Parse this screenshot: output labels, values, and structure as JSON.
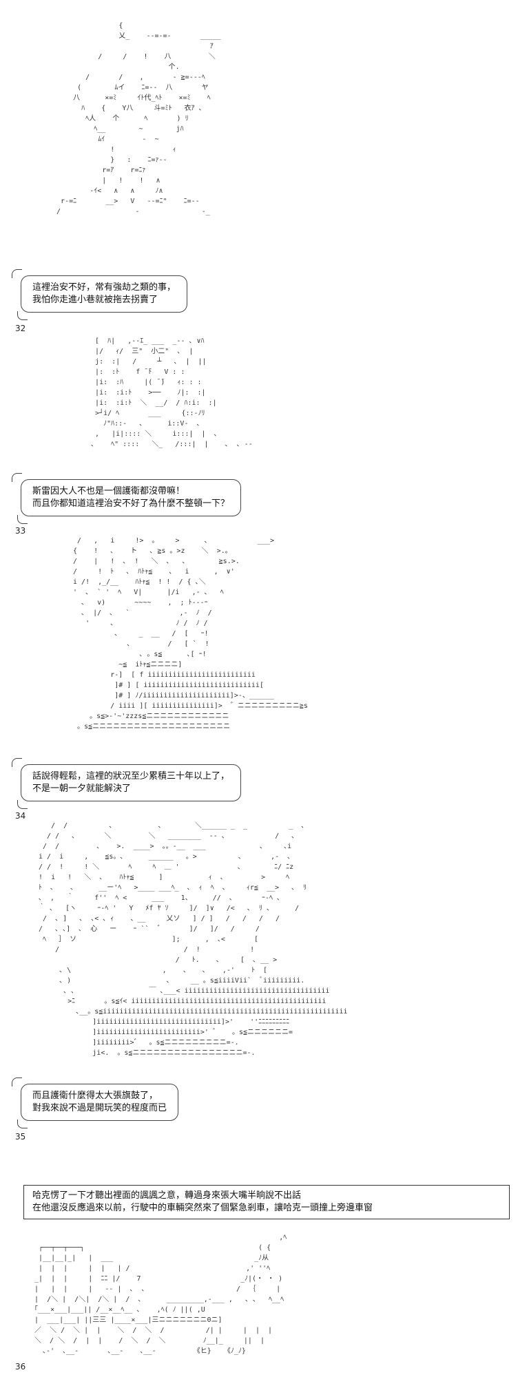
{
  "panels": [
    {
      "number": "32",
      "speech": [
        "這裡治安不好，常有強劫之類的事，",
        "我怕你走進小巷就被拖去拐賣了"
      ]
    },
    {
      "number": "33",
      "speech": [
        "斯雷因大人不也是一個護衛都沒帶嘛！",
        "而且你都知道這裡治安不好了為什麼不整頓一下？"
      ]
    },
    {
      "number": "34",
      "speech": [
        "話說得輕鬆，這裡的狀況至少累積三十年以上了，",
        "不是一朝一夕就能解決了"
      ]
    },
    {
      "number": "35",
      "speech": [
        "而且護衛什麼得太大張旗鼓了，",
        "對我來說不過是開玩笑的程度而已"
      ]
    },
    {
      "number": "36",
      "narration": [
        "哈克愣了一下才聽出裡面的諷諷之意，轉過身來張大嘴半晌說不出話",
        "在他還沒反應過來以前，行駛中的車輛突然來了個緊急剎車，讓哈克一頭撞上旁邊車窗"
      ]
    }
  ]
}
